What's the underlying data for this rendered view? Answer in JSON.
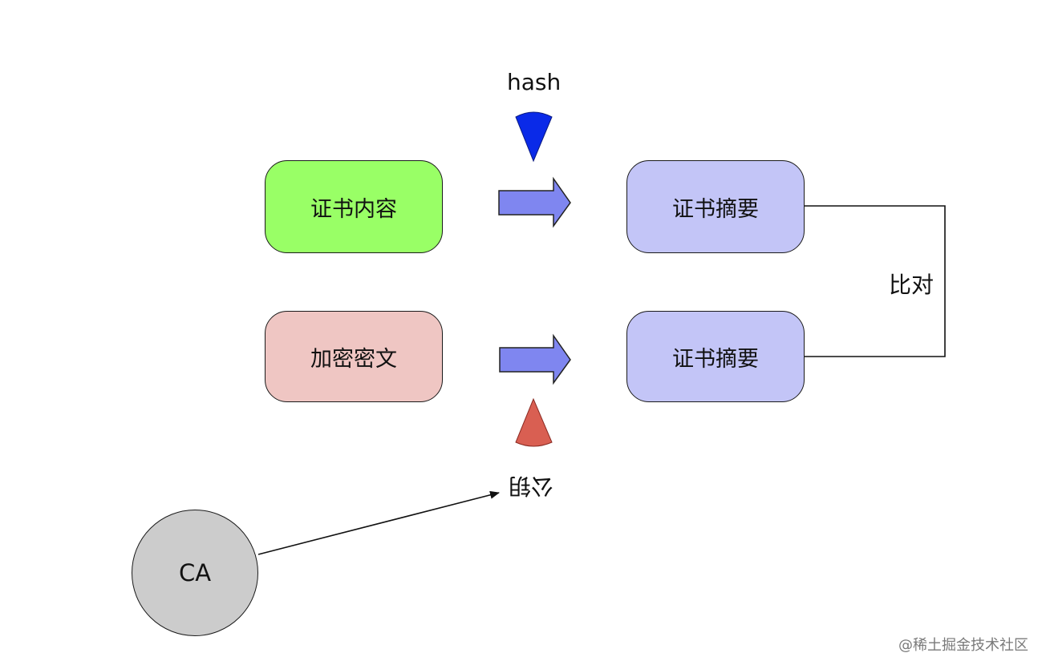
{
  "nodes": {
    "cert_content": {
      "text": "证书内容",
      "color": "#99ff66"
    },
    "encrypted_text": {
      "text": "加密密文",
      "color": "#efc6c3"
    },
    "digest_top": {
      "text": "证书摘要",
      "color": "#c3c5f7"
    },
    "digest_bottom": {
      "text": "证书摘要",
      "color": "#c3c5f7"
    },
    "ca": {
      "text": "CA",
      "color": "#cccccc"
    }
  },
  "labels": {
    "hash": "hash",
    "compare": "比对",
    "public_key": "公钥"
  },
  "colors": {
    "arrow_fill": "#7f86f0",
    "hash_wedge": "#0a2ae8",
    "key_wedge": "#d95f52"
  },
  "icons": {
    "hash_marker": "wedge-down-icon",
    "key_marker": "wedge-up-icon",
    "process_arrow": "block-arrow-right-icon"
  },
  "watermark": "@稀土掘金技术社区"
}
